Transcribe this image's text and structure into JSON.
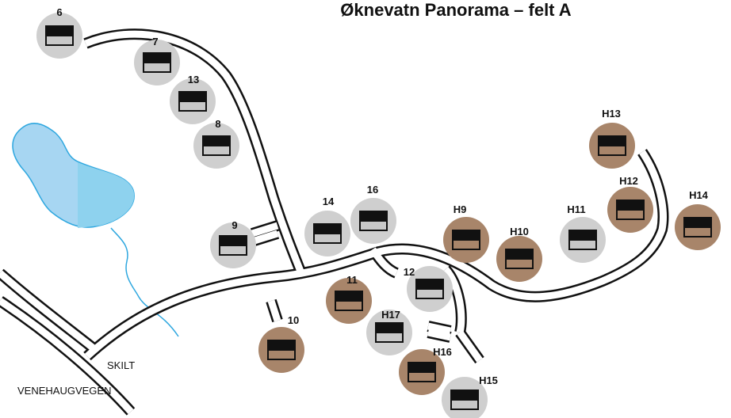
{
  "title": "Øknevatn Panorama – felt A",
  "colors": {
    "road_edge": "#111111",
    "road_fill": "#ffffff",
    "lake_light": "#a7d6f2",
    "lake_dark": "#8ed2ee",
    "lake_outline": "#2ea7df",
    "stream": "#2ea7df",
    "lot_available": "#cfcfcf",
    "lot_taken": "#a8856a",
    "cabin_roof": "#111111",
    "cabin_wall_available": "#c8c8c8",
    "cabin_wall_taken": "#a8856a"
  },
  "labels": {
    "sign": "SKILT",
    "road": "VENEHAUGVEGEN"
  },
  "legend_status": {
    "available": "grey",
    "taken": "brown"
  },
  "lots": [
    {
      "id": "6",
      "status": "available"
    },
    {
      "id": "7",
      "status": "available"
    },
    {
      "id": "13",
      "status": "available"
    },
    {
      "id": "8",
      "status": "available"
    },
    {
      "id": "9",
      "status": "available"
    },
    {
      "id": "14",
      "status": "available"
    },
    {
      "id": "16",
      "status": "available"
    },
    {
      "id": "H9",
      "status": "taken"
    },
    {
      "id": "H10",
      "status": "taken"
    },
    {
      "id": "H11",
      "status": "available"
    },
    {
      "id": "H12",
      "status": "taken"
    },
    {
      "id": "H13",
      "status": "taken"
    },
    {
      "id": "H14",
      "status": "taken"
    },
    {
      "id": "12",
      "status": "available"
    },
    {
      "id": "11",
      "status": "taken"
    },
    {
      "id": "10",
      "status": "taken"
    },
    {
      "id": "H17",
      "status": "available"
    },
    {
      "id": "H16",
      "status": "taken"
    },
    {
      "id": "H15",
      "status": "available"
    }
  ]
}
